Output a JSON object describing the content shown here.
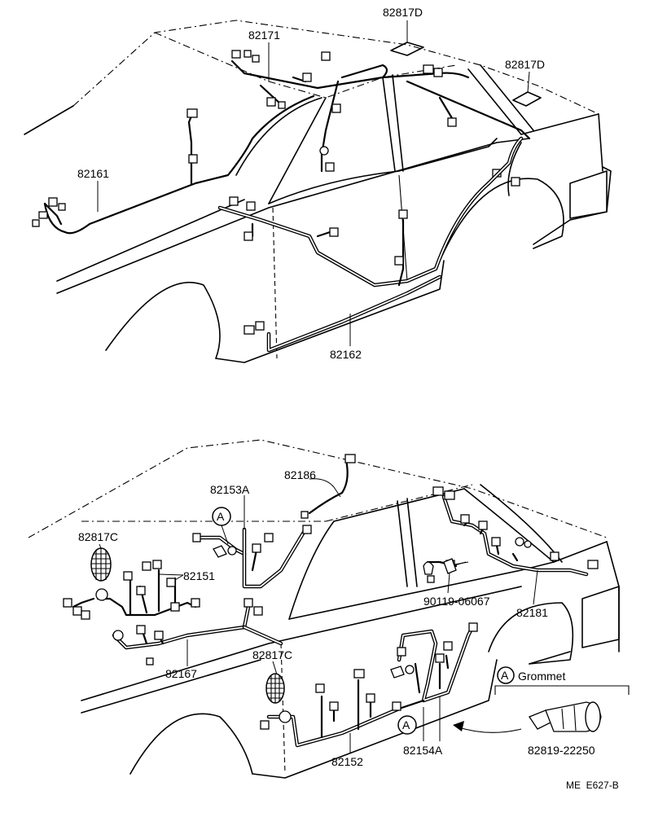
{
  "diagram": {
    "top_view": {
      "labels": {
        "p82817D_a": "82817D",
        "p82171": "82171",
        "p82817D_b": "82817D",
        "p82161": "82161",
        "p82162": "82162"
      }
    },
    "bottom_view": {
      "labels": {
        "p82186": "82186",
        "p82153A": "82153A",
        "p82817C_a": "82817C",
        "p82151": "82151",
        "p82167": "82167",
        "p82817C_b": "82817C",
        "p90119": "90119-06067",
        "p82181": "82181",
        "p82152": "82152",
        "p82154A": "82154A",
        "p82819": "82819-22250"
      },
      "callout_letter": "A",
      "grommet_detail": {
        "letter": "A",
        "title": "Grommet"
      }
    },
    "code": "ME  E627-B"
  }
}
